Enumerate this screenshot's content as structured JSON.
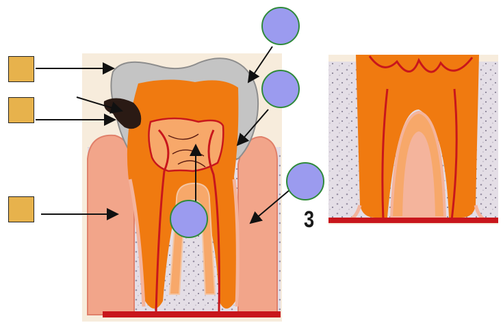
{
  "figure": {
    "number_label": "3",
    "colors": {
      "enamel": "#c4c4c4",
      "dentin": "#f07a10",
      "pulp": "#f7a86a",
      "nerve": "#c8161c",
      "gum": "#f4a98c",
      "bone": "#ddd8e0",
      "decay": "#2a1a14",
      "label_square": "#e7b24c",
      "label_circle": "#9b9bef",
      "label_circle_border": "#2f8a3a"
    },
    "label_boxes": [
      {
        "shape": "square",
        "text": ""
      },
      {
        "shape": "square",
        "text": ""
      },
      {
        "shape": "square",
        "text": ""
      },
      {
        "shape": "circle",
        "text": ""
      },
      {
        "shape": "circle",
        "text": ""
      },
      {
        "shape": "circle",
        "text": ""
      },
      {
        "shape": "circle",
        "text": ""
      }
    ]
  }
}
